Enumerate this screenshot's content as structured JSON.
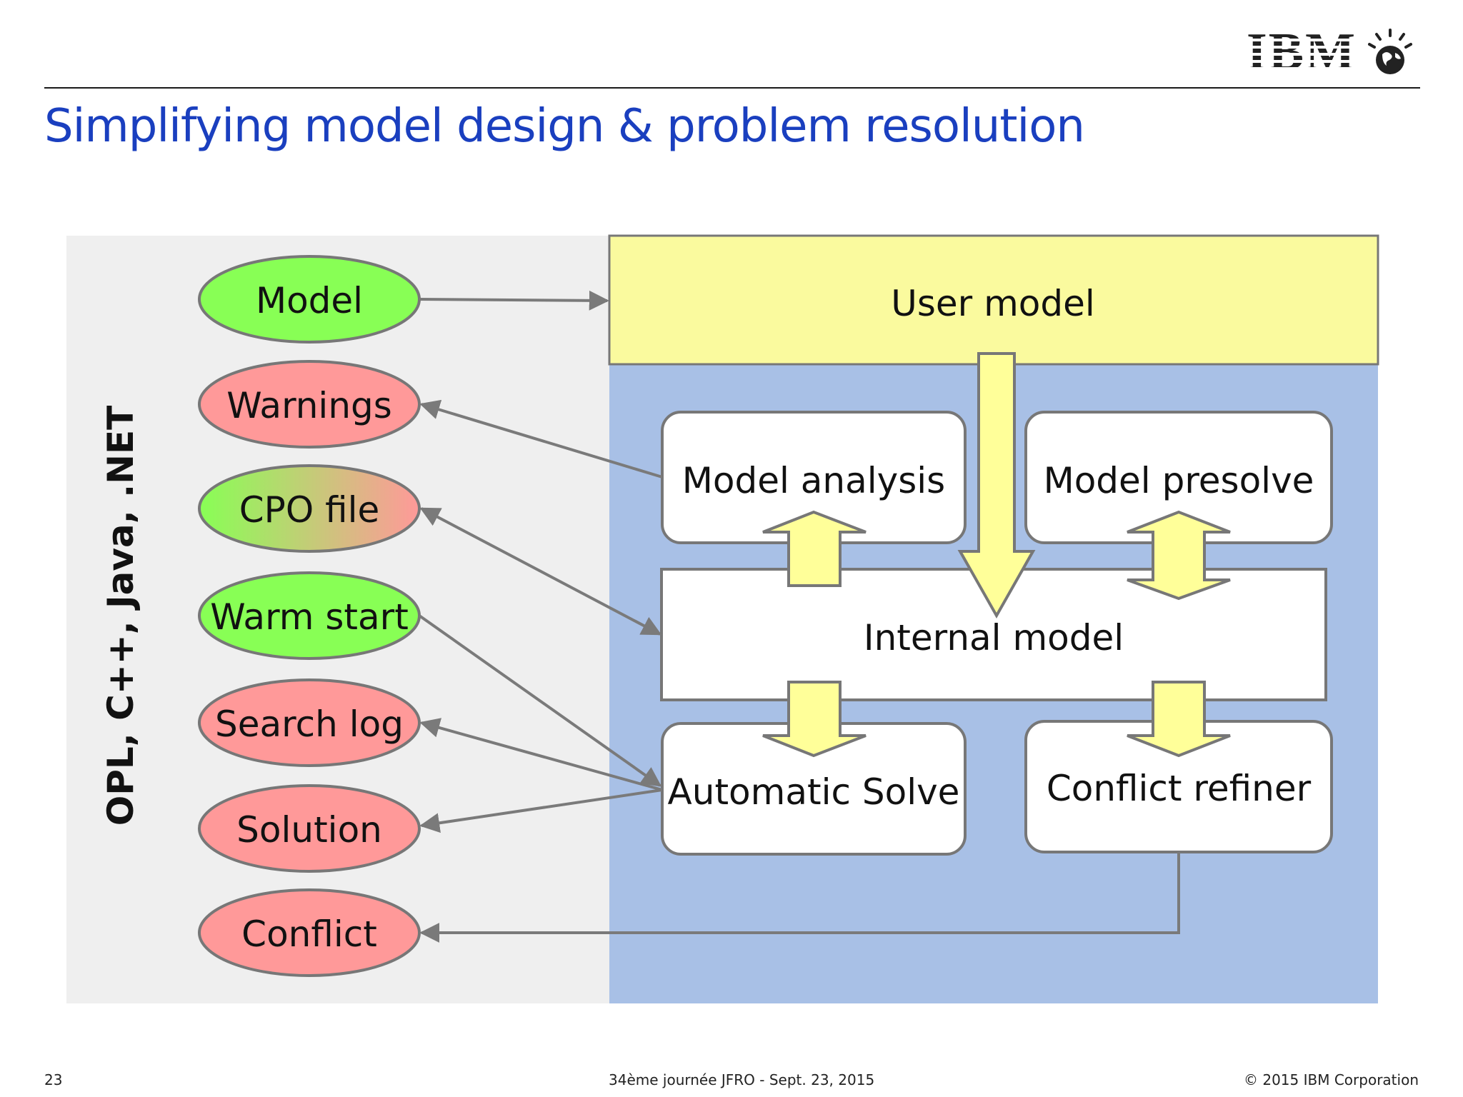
{
  "slide": {
    "title": "Simplifying model design & problem resolution",
    "brand": "IBM",
    "page_number": "23",
    "event": "34ème journée JFRO - Sept. 23,  2015",
    "copyright": "© 2015 IBM Corporation"
  },
  "diagram": {
    "side_label": "OPL, C++, Java, .NET",
    "ovals": [
      {
        "label": "Model",
        "color": "#88ff55"
      },
      {
        "label": "Warnings",
        "color": "#ff9999"
      },
      {
        "label": "CPO file",
        "color": "gradient-green-red"
      },
      {
        "label": "Warm start",
        "color": "#88ff55"
      },
      {
        "label": "Search log",
        "color": "#ff9999"
      },
      {
        "label": "Solution",
        "color": "#ff9999"
      },
      {
        "label": "Conflict",
        "color": "#ff9999"
      }
    ],
    "user_model": "User model",
    "model_analysis": "Model analysis",
    "model_presolve": "Model presolve",
    "internal_model": "Internal model",
    "automatic_solve": "Automatic Solve",
    "conflict_refiner": "Conflict refiner"
  },
  "colors": {
    "title": "#1a3fbf",
    "green_oval": "#88ff55",
    "red_oval": "#ff9999",
    "user_model_fill": "#fafa9e",
    "engine_panel": "#a8c0e6",
    "left_panel": "#efefef",
    "connector": "#7a7a7a",
    "yellow_arrow": "#ffff99"
  }
}
